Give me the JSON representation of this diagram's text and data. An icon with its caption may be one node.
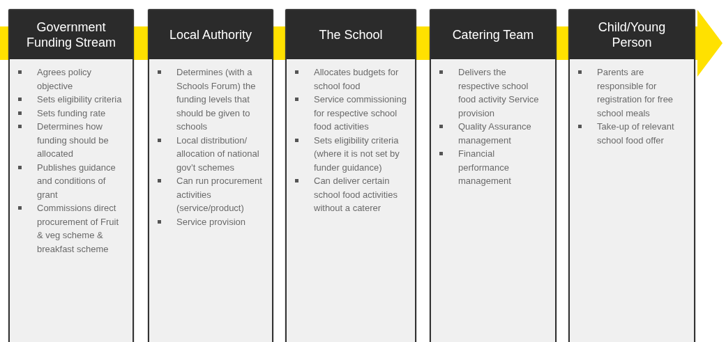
{
  "diagram": {
    "nodes": [
      {
        "text": [
          "Government Funding Stream",
          "Agrees policy objective",
          "Sets eligibility criteria",
          "Sets funding rate",
          "Determines how funding should be allocated",
          "Publishes guidance and conditions of grant",
          "Commissions direct procurement of Fruit & veg scheme & breakfast scheme"
        ]
      },
      {
        "text": [
          "Local Authority",
          "Determines (with a Schools Forum) the funding levels that should be given to schools",
          "Local distribution/ allocation of national gov’t schemes",
          "Can run procurement activities (service/product)",
          "Service provision"
        ]
      },
      {
        "text": [
          "The School",
          "Allocates budgets for school food",
          "Service commissioning for respective school food activities",
          "Sets eligibility criteria (where it is not set by funder guidance)",
          "Can deliver certain school food activities without a caterer"
        ]
      },
      {
        "text": [
          "Catering Team",
          "Delivers the respective school food activity Service provision",
          "Quality Assurance management",
          "Financial performance management"
        ]
      },
      {
        "text": [
          "Child/Young Person",
          "Parents are responsible for registration for free school meals",
          "Take-up of relevant school food offer"
        ]
      }
    ],
    "edges": [
      {
        "from": null,
        "to": 0,
        "arrow": "none"
      },
      {
        "from": 0,
        "to": 1,
        "arrow": "none"
      },
      {
        "from": 1,
        "to": 2,
        "arrow": "none"
      },
      {
        "from": 2,
        "to": 3,
        "arrow": "none"
      },
      {
        "from": 3,
        "to": 4,
        "arrow": "none"
      },
      {
        "from": 4,
        "to": null,
        "arrow": "to"
      }
    ]
  }
}
